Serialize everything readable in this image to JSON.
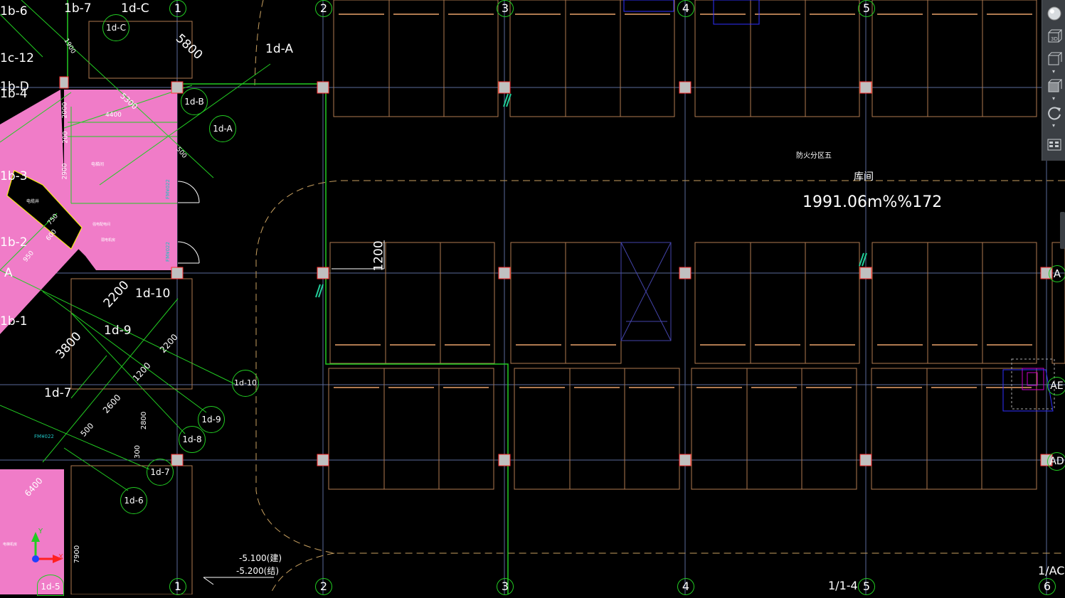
{
  "app": "CAD drawing canvas",
  "grid_columns": {
    "top": [
      "1",
      "2",
      "3",
      "4",
      "5"
    ],
    "bottom": [
      "1",
      "2",
      "3",
      "4",
      "5",
      "6"
    ],
    "bottom_extra": "1/AC",
    "bottom_section": "1/1-4"
  },
  "grid_rows": {
    "right": [
      "A",
      "AE",
      "AD"
    ],
    "left": [
      "1b-6",
      "1c-12",
      "1b-4",
      "1b-3",
      "1b-2",
      "A",
      "1b-1",
      "1d-7",
      "1b-7",
      "1d-C"
    ]
  },
  "axis_bubbles": [
    "1d-C",
    "1d-B",
    "1d-A",
    "1d-10",
    "1d-9",
    "1d-8",
    "1d-7",
    "1d-6",
    "1d-5"
  ],
  "floating_labels": {
    "label_1d_A_top": "1d-A",
    "label_1d_10": "1d-10",
    "label_1d_9": "1d-9",
    "label_1d_D": "1b-D",
    "label_1b_7": "1b-7",
    "label_1d_c": "1d-C"
  },
  "dimensions": {
    "d5800": "5800",
    "d5300": "5300",
    "d4400": "4400",
    "d2000": "2000",
    "d200": "200",
    "d2900": "2900",
    "d1900": "1900",
    "d750": "750",
    "d600": "600",
    "d950": "950",
    "d2200a": "2200",
    "d2200b": "2200",
    "d3800": "3800",
    "d1200": "1200",
    "d2600": "2600",
    "d2800": "2800",
    "d500": "500",
    "d300": "300",
    "d6400": "6400",
    "d7900": "7900",
    "d1200v": "1200",
    "d500b": "500"
  },
  "room_labels": {
    "fire_zone": "防火分区五",
    "room_type": "库间",
    "area": "1991.06m%%172",
    "room_a": "电梯间",
    "room_b": "电缆井",
    "door_fm1": "FM¥022",
    "door_fm2": "FM¥022",
    "door_fm3": "FM¥022",
    "equip_a": "强电配电间",
    "equip_b": "弱电机房",
    "equip_c": "电梯机房"
  },
  "elevations": {
    "e1": "-5.100(建)",
    "e2": "-5.200(结)"
  },
  "ucs": {
    "x": "X",
    "y": "Y"
  },
  "nav_tools": [
    {
      "name": "steering-wheel",
      "label": ""
    },
    {
      "name": "3d-view",
      "label": "3D"
    },
    {
      "name": "view-cube-front",
      "label": ""
    },
    {
      "name": "view-cube-iso",
      "label": ""
    },
    {
      "name": "orbit",
      "label": ""
    },
    {
      "name": "showmotion",
      "label": ""
    }
  ],
  "colors": {
    "background": "#000000",
    "grid_line": "#5a6a9a",
    "column": "#c0c0c0",
    "column_edge": "#ff3030",
    "wall": "#c08050",
    "pink_room": "#f07cc8",
    "green": "#22cc22",
    "dashed": "#c8a060",
    "blue": "#3030ff",
    "text": "#ffffff"
  }
}
